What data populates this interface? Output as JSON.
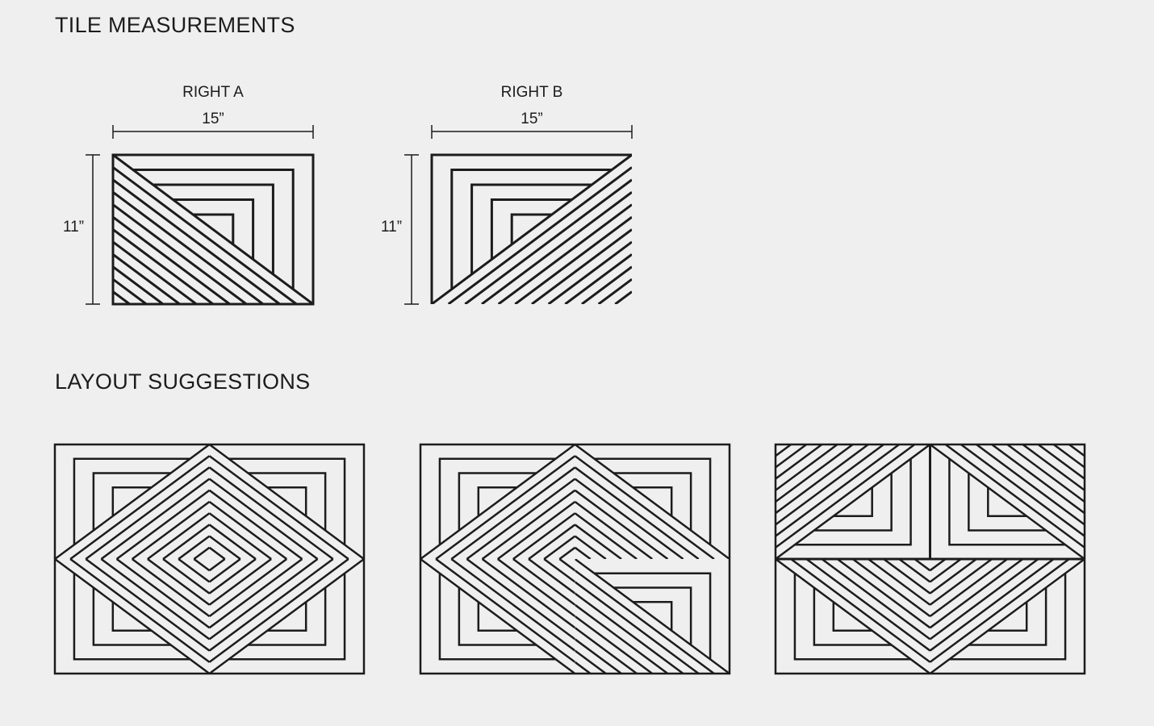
{
  "sections": {
    "measurements_title": "TILE MEASUREMENTS",
    "layouts_title": "LAYOUT SUGGESTIONS"
  },
  "tiles": [
    {
      "name": "RIGHT A",
      "width_label": "15”",
      "height_label": "11”",
      "variant": "A"
    },
    {
      "name": "RIGHT B",
      "width_label": "15”",
      "height_label": "11”",
      "variant": "B"
    }
  ],
  "layouts": [
    {
      "id": "layout-1",
      "description": "Diamond",
      "tiles": [
        "flipX",
        "A",
        "rot180",
        "flipY"
      ]
    },
    {
      "id": "layout-2",
      "description": "Chevron offset",
      "tiles": [
        "flipX",
        "A",
        "rot180",
        "A"
      ]
    },
    {
      "id": "layout-3",
      "description": "Inverted triangles",
      "tiles": [
        "flipY",
        "rot180",
        "rot180",
        "flipY"
      ]
    }
  ],
  "colors": {
    "background": "#efefef",
    "ink": "#1c1c1c"
  }
}
